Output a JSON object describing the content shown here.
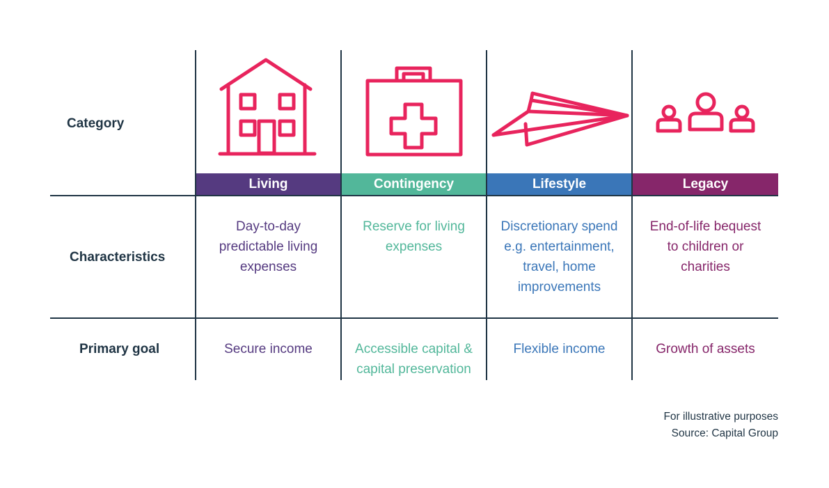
{
  "rows": {
    "category": "Category",
    "characteristics": "Characteristics",
    "primary_goal": "Primary goal"
  },
  "columns": [
    {
      "name": "Living",
      "color": "#553a80",
      "icon": "house-icon",
      "characteristics": [
        "Day-to-day",
        "predictable living",
        "expenses"
      ],
      "goal": [
        "Secure income"
      ]
    },
    {
      "name": "Contingency",
      "color": "#52b79a",
      "icon": "first-aid-kit-icon",
      "characteristics": [
        "Reserve for living",
        "expenses"
      ],
      "goal": [
        "Accessible capital &",
        "capital preservation"
      ]
    },
    {
      "name": "Lifestyle",
      "color": "#3a76b8",
      "icon": "paper-plane-icon",
      "characteristics": [
        "Discretionary spend",
        "e.g. entertainment,",
        "travel, home",
        "improvements"
      ],
      "goal": [
        "Flexible income"
      ]
    },
    {
      "name": "Legacy",
      "color": "#86266a",
      "icon": "family-icon",
      "characteristics": [
        "End-of-life bequest",
        "to children or",
        "charities"
      ],
      "goal": [
        "Growth of assets"
      ]
    }
  ],
  "icon_color": "#e8245d",
  "footnote": {
    "line1": "For illustrative purposes",
    "line2": "Source: Capital Group"
  }
}
